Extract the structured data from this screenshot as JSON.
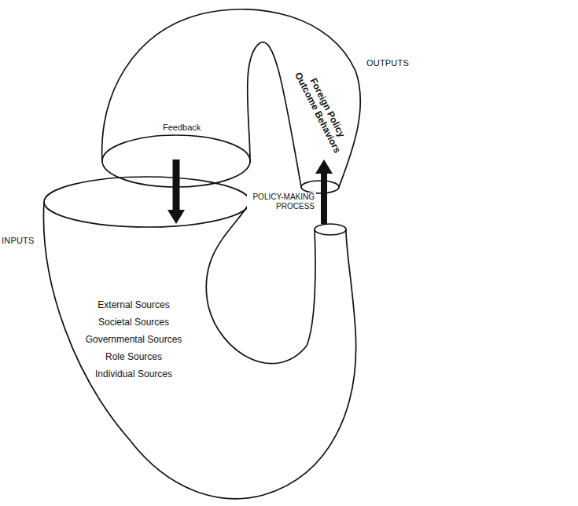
{
  "diagram": {
    "nodes": [
      {
        "text": [
          "OUTPUTS",
          "Foreign Policy Outcome Behaviors"
        ]
      },
      {
        "text": [
          "INPUTS",
          "External Sources",
          "Societal Sources",
          "Governmental Sources",
          "Role Sources",
          "Individual Sources"
        ]
      }
    ],
    "edges": [
      {
        "from": 0,
        "to": 1,
        "label": "Feedback",
        "arrow": "to"
      },
      {
        "from": 1,
        "to": 0,
        "label": "POLICY-MAKING PROCESS",
        "arrow": "to"
      }
    ]
  }
}
